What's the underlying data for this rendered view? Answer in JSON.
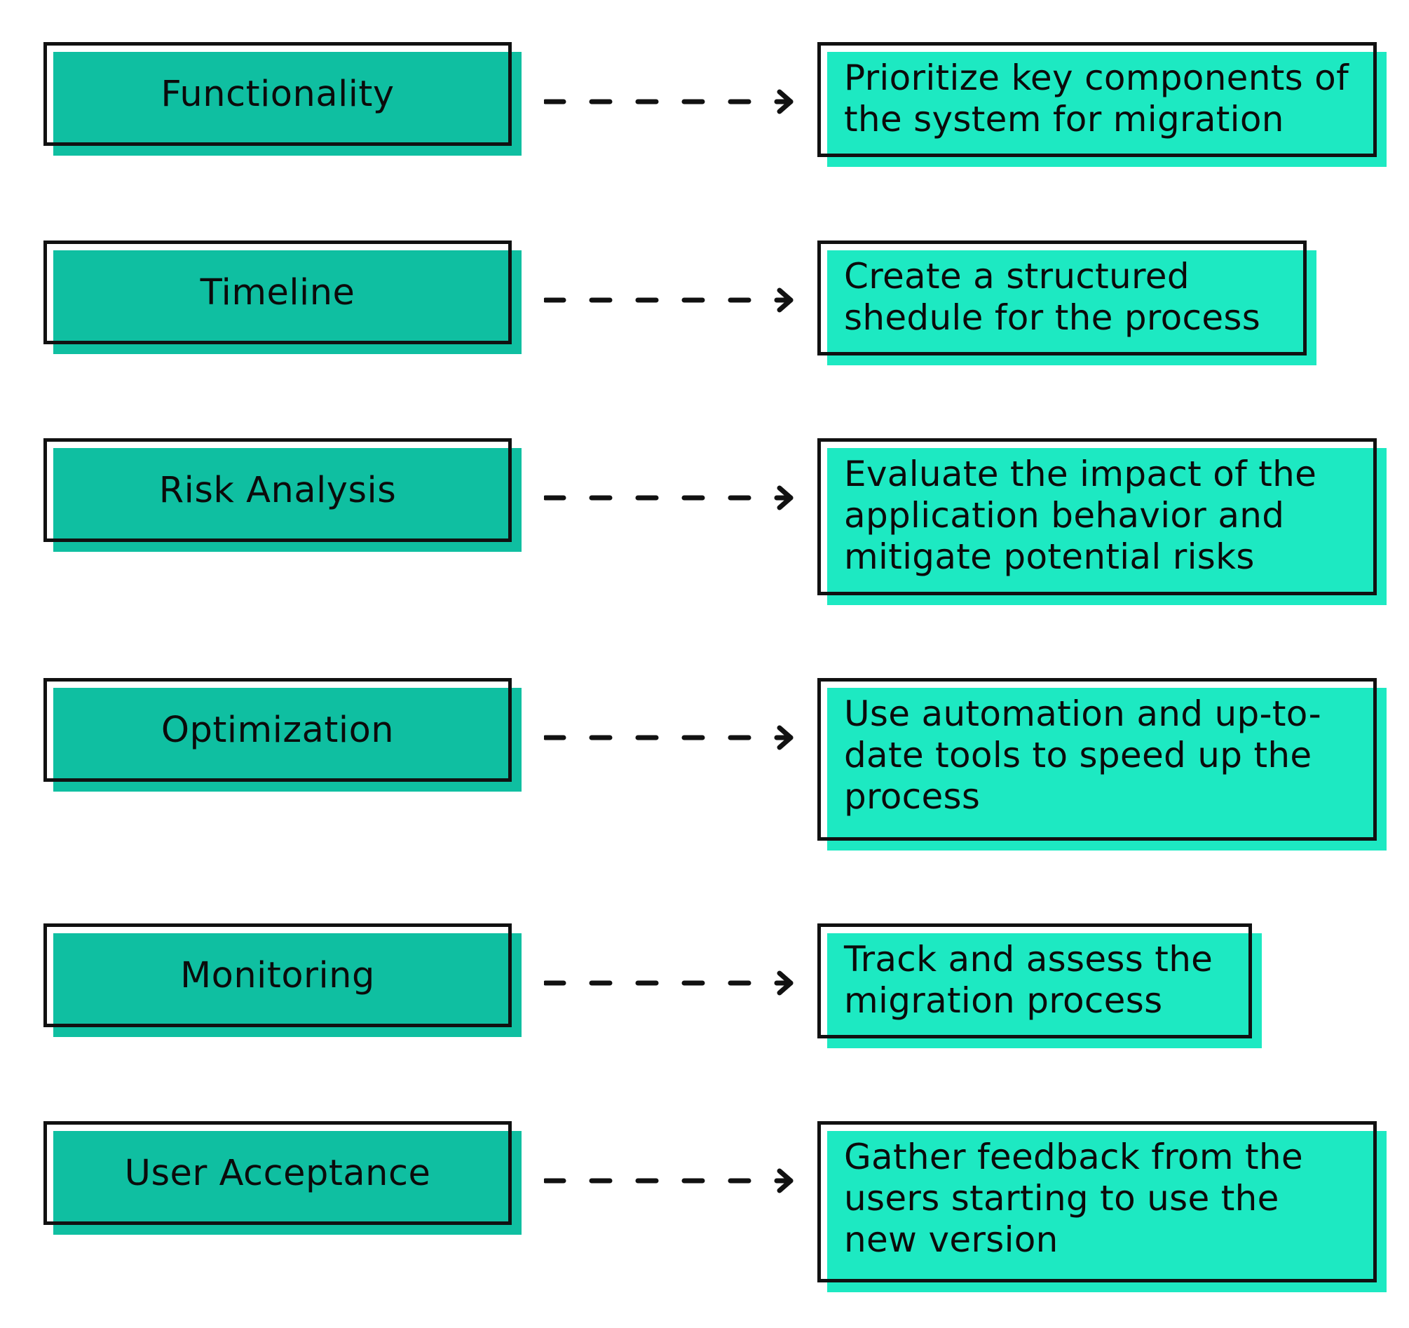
{
  "colors": {
    "left_fill": "#0fbfa1",
    "right_fill": "#1de9c2",
    "outline": "#111111",
    "text": "#0b0b0b"
  },
  "rows": [
    {
      "label": "Functionality",
      "description": "Prioritize key components of the system for migration"
    },
    {
      "label": "Timeline",
      "description": "Create a structured shedule for the process"
    },
    {
      "label": "Risk Analysis",
      "description": "Evaluate the impact of the application behavior and mitigate potential risks"
    },
    {
      "label": "Optimization",
      "description": "Use automation and up-to-date tools to speed up the process"
    },
    {
      "label": "Monitoring",
      "description": "Track and assess the migration process"
    },
    {
      "label": "User Acceptance",
      "description": "Gather feedback from the users starting to use the new version"
    }
  ]
}
